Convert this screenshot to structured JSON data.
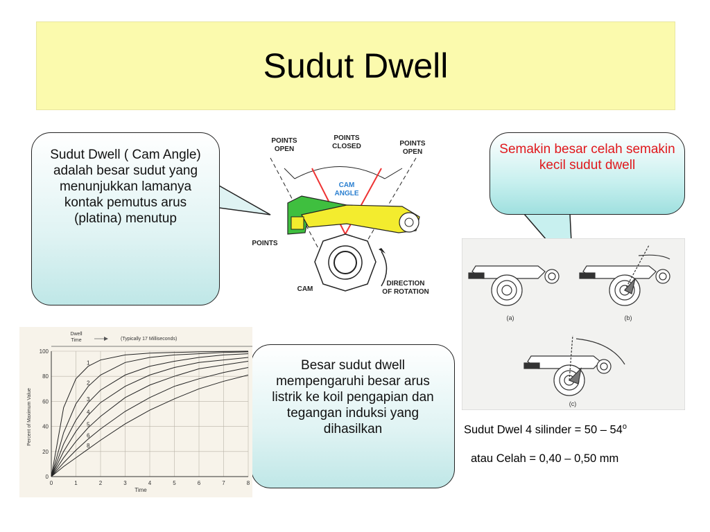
{
  "slide": {
    "title": "Sudut Dwell"
  },
  "callouts": {
    "definition": "Sudut Dwell ( Cam Angle) adalah besar sudut yang menunjukkan lamanya kontak pemutus arus (platina) menutup",
    "gap": "Semakin besar celah semakin kecil sudut dwell",
    "effect": "Besar sudut dwell mempengaruhi besar arus listrik ke koil pengapian dan tegangan induksi yang dihasilkan"
  },
  "cam_diagram": {
    "points_open_left": [
      "POINTS",
      "OPEN"
    ],
    "points_closed": [
      "POINTS",
      "CLOSED"
    ],
    "points_open_right": [
      "POINTS",
      "OPEN"
    ],
    "cam_angle": [
      "CAM",
      "ANGLE"
    ],
    "points": "POINTS",
    "cam": "CAM",
    "direction": [
      "DIRECTION",
      "OF ROTATION"
    ]
  },
  "gap_figures": {
    "labels": [
      "(a)",
      "(b)",
      "(c)"
    ]
  },
  "specs": {
    "line1_prefix": "Sudut Dwel 4 silinder = 50 – 54",
    "line1_sup": "o",
    "line2": "atau Celah = 0,40 – 0,50 mm"
  },
  "chart_data": {
    "type": "line",
    "title": "",
    "xlabel": "Time",
    "ylabel": "Percent of Maximum Value",
    "header_dwell": [
      "Dwell",
      "Time"
    ],
    "header_typical": "(Typically 17 Milliseconds)",
    "xlim": [
      0,
      8
    ],
    "ylim": [
      0,
      100
    ],
    "x_ticks": [
      "0",
      "1",
      "2",
      "3",
      "4",
      "5",
      "6",
      "7",
      "8"
    ],
    "y_ticks": [
      "0",
      "20",
      "40",
      "60",
      "80",
      "100"
    ],
    "series": [
      {
        "name": "1",
        "x": [
          0,
          0.5,
          1,
          1.5,
          2,
          3,
          4,
          5,
          6,
          7,
          8
        ],
        "values": [
          0,
          55,
          78,
          88,
          93,
          97,
          98.5,
          99,
          99.5,
          99.8,
          100
        ]
      },
      {
        "name": "2",
        "x": [
          0,
          0.5,
          1,
          1.5,
          2,
          3,
          4,
          5,
          6,
          7,
          8
        ],
        "values": [
          0,
          35,
          58,
          72,
          81,
          91,
          95,
          97,
          98,
          99,
          99.5
        ]
      },
      {
        "name": "3",
        "x": [
          0,
          0.5,
          1,
          1.5,
          2,
          3,
          4,
          5,
          6,
          7,
          8
        ],
        "values": [
          0,
          26,
          45,
          59,
          69,
          81,
          88,
          92,
          95,
          97,
          98
        ]
      },
      {
        "name": "4",
        "x": [
          0,
          0.5,
          1,
          1.5,
          2,
          3,
          4,
          5,
          6,
          7,
          8
        ],
        "values": [
          0,
          20,
          36,
          49,
          59,
          72,
          81,
          87,
          91,
          93,
          95
        ]
      },
      {
        "name": "5",
        "x": [
          0,
          0.5,
          1,
          1.5,
          2,
          3,
          4,
          5,
          6,
          7,
          8
        ],
        "values": [
          0,
          15,
          28,
          39,
          48,
          63,
          73,
          80,
          86,
          89,
          92
        ]
      },
      {
        "name": "6",
        "x": [
          0,
          0.5,
          1,
          1.5,
          2,
          3,
          4,
          5,
          6,
          7,
          8
        ],
        "values": [
          0,
          11,
          21,
          30,
          38,
          52,
          63,
          72,
          78,
          83,
          87
        ]
      },
      {
        "name": "8",
        "x": [
          0,
          0.5,
          1,
          1.5,
          2,
          3,
          4,
          5,
          6,
          7,
          8
        ],
        "values": [
          0,
          8,
          15,
          22,
          29,
          42,
          53,
          62,
          70,
          76,
          81
        ]
      }
    ]
  }
}
